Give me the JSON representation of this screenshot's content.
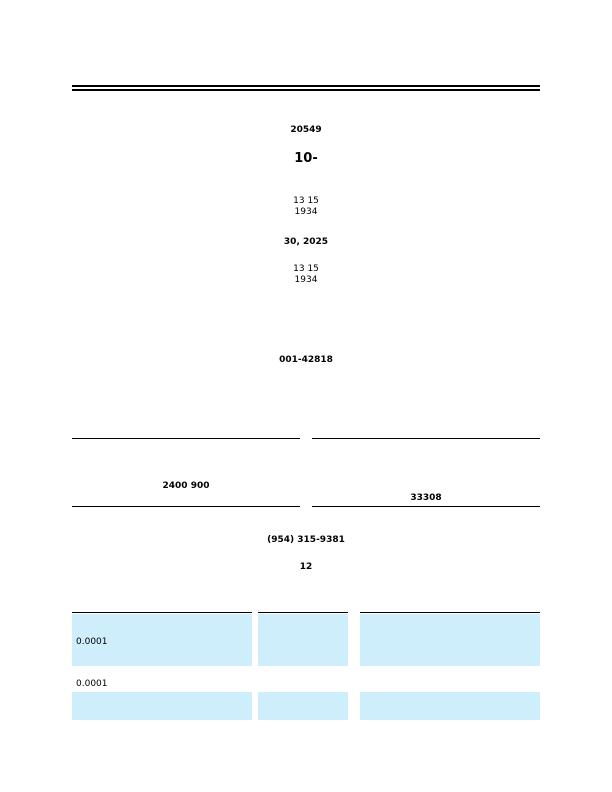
{
  "header": {
    "agency": "",
    "commission": "",
    "city": "",
    "zip": "20549"
  },
  "form": {
    "type_prefix": "",
    "type_number": "10-",
    "type_suffix": "",
    "amendment": ""
  },
  "report": {
    "line1_a": "",
    "line1_section": "13",
    "line1_b": "",
    "line1_section2": "15",
    "line1_c": "",
    "line1_year": "1934",
    "period_a": "",
    "period_day": "30,",
    "period_year": "2025",
    "line2_a": "",
    "line2_section": "13",
    "line2_b": "",
    "line2_section2": "15",
    "line2_c": "",
    "line2_year": "1934",
    "or": "",
    "transition_a": "",
    "transition_b": "",
    "file_label": "",
    "file_number": "001-42818"
  },
  "company": {
    "name": "",
    "subtitle": ""
  },
  "fields": {
    "state_value": "",
    "state_label_1": "",
    "state_label_2": "",
    "irs_value": "",
    "irs_label_1": "",
    "irs_label_2": "",
    "address_num": "2400",
    "address_rest": "",
    "address_suite": "900",
    "address_city": "",
    "zip_value": "33308",
    "address_label": "",
    "zip_label": ""
  },
  "phone": {
    "label": "",
    "value": "(954) 315-9381"
  },
  "registered": {
    "label_a": "",
    "label_section": "12",
    "label_b": ""
  },
  "table": {
    "col1": "",
    "col2_1": "",
    "col2_2": "",
    "col3_1": "",
    "col3_2": "",
    "rows": [
      {
        "title_lines": [
          "",
          "",
          "0.0001",
          ""
        ],
        "symbol": "",
        "exchange": ""
      },
      {
        "title_lines": [
          "",
          "0.0001"
        ],
        "symbol": "",
        "exchange": ""
      },
      {
        "title_lines": [
          "",
          ""
        ],
        "symbol": "",
        "exchange": ""
      }
    ]
  },
  "colors": {
    "row_highlight": "#cfeefc"
  }
}
